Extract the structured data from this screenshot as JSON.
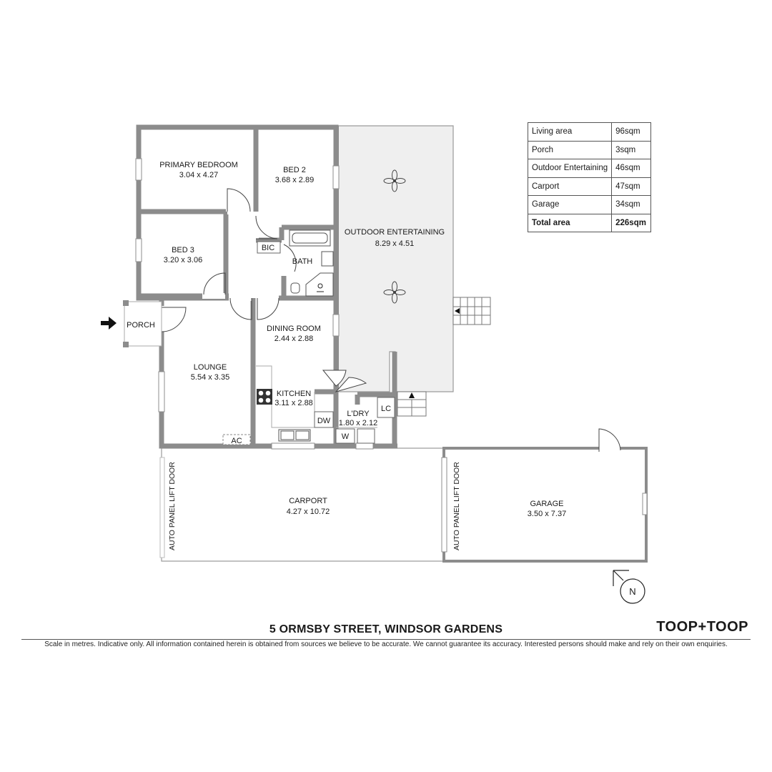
{
  "rooms": {
    "primary_bedroom": {
      "name": "PRIMARY BEDROOM",
      "size": "3.04 x 4.27"
    },
    "bed2": {
      "name": "BED 2",
      "size": "3.68 x 2.89"
    },
    "bed3": {
      "name": "BED 3",
      "size": "3.20 x 3.06"
    },
    "bic": "BIC",
    "bath": "BATH",
    "outdoor_entertaining": {
      "name": "OUTDOOR ENTERTAINING",
      "size": "8.29 x 4.51"
    },
    "porch": "PORCH",
    "dining_room": {
      "name": "DINING ROOM",
      "size": "2.44 x 2.88"
    },
    "lounge": {
      "name": "LOUNGE",
      "size": "5.54 x 3.35"
    },
    "kitchen": {
      "name": "KITCHEN",
      "size": "3.11 x 2.88"
    },
    "laundry": {
      "name": "L'DRY",
      "size": "1.80 x 2.12"
    },
    "dw": "DW",
    "lc": "LC",
    "w": "W",
    "ac": "AC",
    "carport": {
      "name": "CARPORT",
      "size": "4.27 x 10.72"
    },
    "garage": {
      "name": "GARAGE",
      "size": "3.50 x 7.37"
    },
    "carport_door": "AUTO PANEL LIFT DOOR",
    "garage_door": "AUTO PANEL LIFT DOOR"
  },
  "area_table": [
    {
      "label": "Living area",
      "value": "96sqm"
    },
    {
      "label": "Porch",
      "value": "3sqm"
    },
    {
      "label": "Outdoor Entertaining",
      "value": "46sqm"
    },
    {
      "label": "Carport",
      "value": "47sqm"
    },
    {
      "label": "Garage",
      "value": "34sqm"
    },
    {
      "label": "Total area",
      "value": "226sqm"
    }
  ],
  "compass": "N",
  "address": "5 ORMSBY STREET, WINDSOR GARDENS",
  "brand": "TOOP+TOOP",
  "disclaimer": "Scale in metres. Indicative only. All information contained herein is obtained from sources we believe to be accurate. We cannot guarantee its accuracy. Interested persons should make and rely on their own enquiries.",
  "colors": {
    "wall": "#8c8c8c",
    "outdoor_fill": "#efefef",
    "text": "#1a1a1a"
  }
}
